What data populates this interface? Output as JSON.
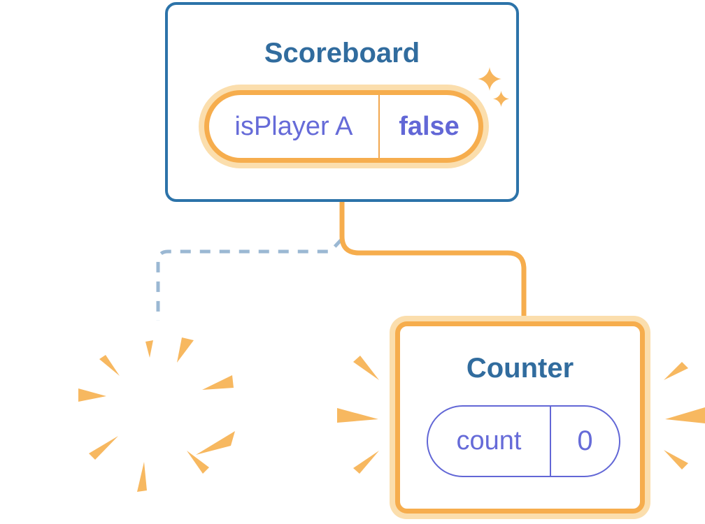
{
  "scoreboard": {
    "title": "Scoreboard",
    "state": {
      "label": "isPlayer A",
      "value": "false"
    }
  },
  "counter": {
    "title": "Counter",
    "state": {
      "label": "count",
      "value": "0"
    }
  },
  "connectors": {
    "preserved_branch": {
      "style": "solid",
      "color": "#F6AD4D",
      "from": "scoreboard",
      "to": "counter"
    },
    "removed_branch": {
      "style": "dashed",
      "color": "#9BB8D3",
      "from": "scoreboard",
      "to": "poof-square"
    }
  },
  "icons": {
    "sparkles": "sparkles-icon",
    "poof_burst": "poof-burst-icon",
    "emphasis_rays": "emphasis-rays-icon"
  },
  "colors": {
    "background": "#FFFFFF",
    "card_border_blue": "#2C73A9",
    "title_blue": "#316C9E",
    "orange_main": "#F6AD4D",
    "orange_light_glow": "#FBDEAD",
    "orange_divider": "#F2A74E",
    "ray_orange": "#F7B860",
    "state_purple": "#6267D6",
    "dashed_line_blue": "#9BB8D3"
  }
}
